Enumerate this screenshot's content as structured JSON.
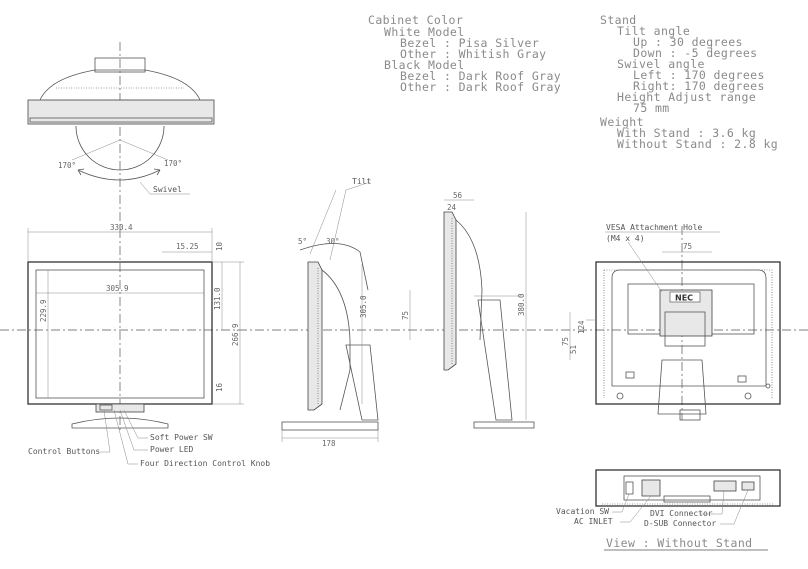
{
  "cabinet_color": {
    "title": "Cabinet Color",
    "white_model": {
      "heading": "White Model",
      "bezel": "Bezel : Pisa Silver",
      "other": "Other : Whitish Gray"
    },
    "black_model": {
      "heading": "Black Model",
      "bezel": "Bezel : Dark Roof Gray",
      "other": "Other : Dark Roof Gray"
    }
  },
  "stand": {
    "title": "Stand",
    "tilt": {
      "heading": "Tilt angle",
      "up": "Up : 30 degrees",
      "down": "Down : -5 degrees"
    },
    "swivel": {
      "heading": "Swivel angle",
      "left": "Left : 170 degrees",
      "right": "Right: 170 degrees"
    },
    "height": {
      "heading": "Height Adjust range",
      "value": "75 mm"
    }
  },
  "weight": {
    "title": "Weight",
    "with_stand": "With Stand   : 3.6 kg",
    "without_stand": "Without Stand : 2.8 kg"
  },
  "top_view": {
    "angle_left": "170°",
    "angle_right": "170°",
    "swivel_label": "Swivel"
  },
  "front_view": {
    "dim_width": "330.4",
    "dim_bezel_top_right": "15.25",
    "dim_top_gap": "10",
    "dim_screen_width": "305.9",
    "dim_screen_height": "229.9",
    "dim_half_height": "131.0",
    "dim_total_height": "266.9",
    "dim_bottom_gap": "16",
    "callouts": {
      "soft_power": "Soft Power SW",
      "power_led": "Power LED",
      "control_buttons": "Control Buttons",
      "four_direction": "Four Direction Control Knob"
    }
  },
  "side_view": {
    "tilt_label": "Tilt",
    "up_angle": "30°",
    "down_angle": "5°",
    "dim_height": "305.0",
    "dim_depth": "178"
  },
  "side_view_2": {
    "dim_top": "56",
    "dim_panel": "24",
    "dim_adjust": "75",
    "dim_height": "380.0"
  },
  "rear_view": {
    "vesa_label": "VESA Attachment Hole",
    "vesa_spec": "(M4 x 4)",
    "dim_vesa_h": "75",
    "dim_vesa_v": "75",
    "dim_a": "124",
    "dim_b": "51",
    "brand": "NEC",
    "connectors": {
      "vacation_sw": "Vacation SW",
      "ac_inlet": "AC INLET",
      "dvi": "DVI Connector",
      "dsub": "D-SUB Connector"
    },
    "caption": "View : Without Stand"
  }
}
